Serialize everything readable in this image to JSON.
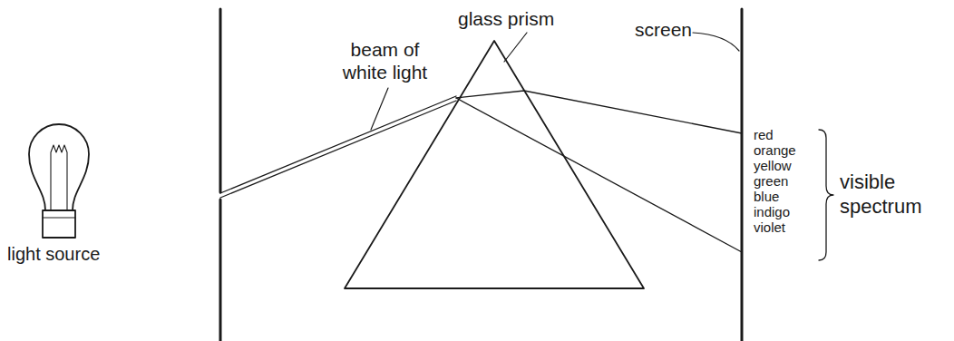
{
  "diagram": {
    "labels": [
      "beam of white light",
      "glass prism",
      "screen",
      "red",
      "orange",
      "yellow",
      "green",
      "blue",
      "indigo",
      "violet",
      "visible spectrum",
      "light source"
    ]
  }
}
